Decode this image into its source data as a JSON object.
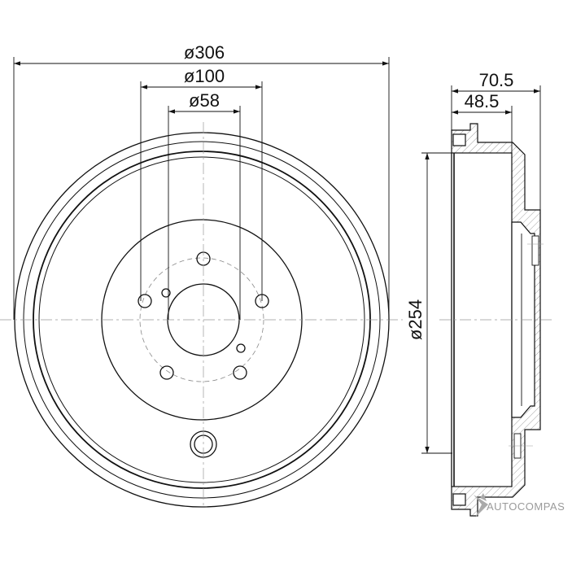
{
  "dimensions": {
    "outer_diameter": "ø306",
    "bolt_circle_diameter": "ø100",
    "center_bore_diameter": "ø58",
    "drum_inner_diameter": "ø254",
    "overall_height": "70.5",
    "drum_depth": "48.5"
  },
  "watermark": {
    "text": "AUTOCOMPAS"
  },
  "colors": {
    "line": "#111111",
    "hatch": "#777777",
    "watermark": "#9a9a9a"
  }
}
